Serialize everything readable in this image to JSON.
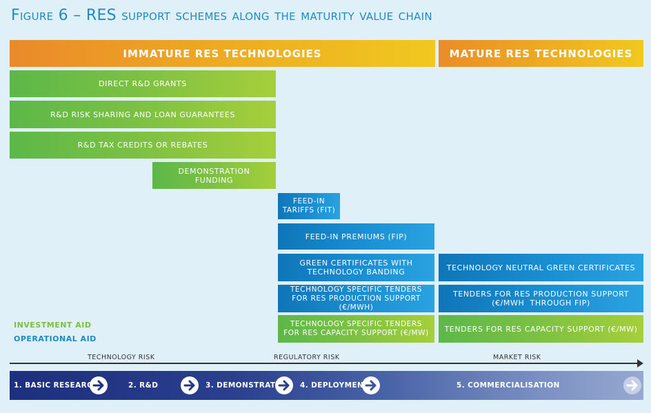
{
  "title": "Figure 6 – RES support schemes along the maturity value chain",
  "headers": {
    "immature": "Immature RES technologies",
    "mature": "Mature RES technologies"
  },
  "investment_aid": [
    "Direct R&D grants",
    "R&D risk sharing and loan guarantees",
    "R&D tax credits or rebates",
    "Demonstration funding"
  ],
  "operational_aid": [
    "Feed-in tariffs (FIT)",
    "Feed-in premiums (FIP)",
    "Green certificates with technology banding",
    "Technology specific tenders for RES production support (€/MWh)",
    "Technology specific tenders for RES capacity support (€/MW)",
    "Technology neutral green certificates",
    "Tenders for RES production support (€/MWh  through FIP)",
    "Tenders for RES capacity support (€/MW)"
  ],
  "legend": {
    "investment": "Investment aid",
    "operational": "Operational aid"
  },
  "risks": [
    "Technology risk",
    "Regulatory risk",
    "Market risk"
  ],
  "stages": [
    "1. Basic research",
    "2. R&D",
    "3. Demonstration",
    "4. Deployment",
    "5. Commercialisation"
  ],
  "icons": [
    "arrow-right-icon"
  ],
  "colors": {
    "title": "#1e8ac4",
    "investment_green": "#7cbf3f",
    "operational_blue": "#1b8fd3",
    "header_orange": "#ea8a2a",
    "header_yellow": "#f0c81f",
    "stage_band": "#1d2f7f"
  }
}
